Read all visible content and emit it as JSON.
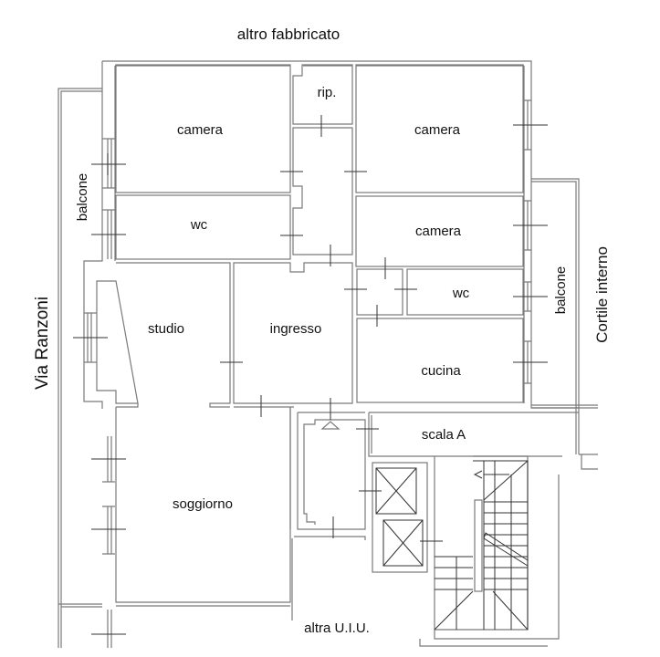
{
  "plan": {
    "top_label": "altro fabbricato",
    "bottom_label": "altra U.I.U.",
    "left_street": "Via Ranzoni",
    "right_courtyard": "Cortile interno",
    "stair_label": "scala A"
  },
  "rooms": {
    "camera_nw": "camera",
    "wc_w": "wc",
    "rip": "rip.",
    "camera_ne": "camera",
    "camera_e": "camera",
    "wc_e": "wc",
    "cucina": "cucina",
    "studio": "studio",
    "ingresso": "ingresso",
    "soggiorno": "soggiorno"
  },
  "balconies": {
    "west": "balcone",
    "east": "balcone"
  },
  "colors": {
    "wall_line": "#7a7a7a",
    "detail_line": "#333333",
    "text": "#111111",
    "background": "#ffffff"
  }
}
